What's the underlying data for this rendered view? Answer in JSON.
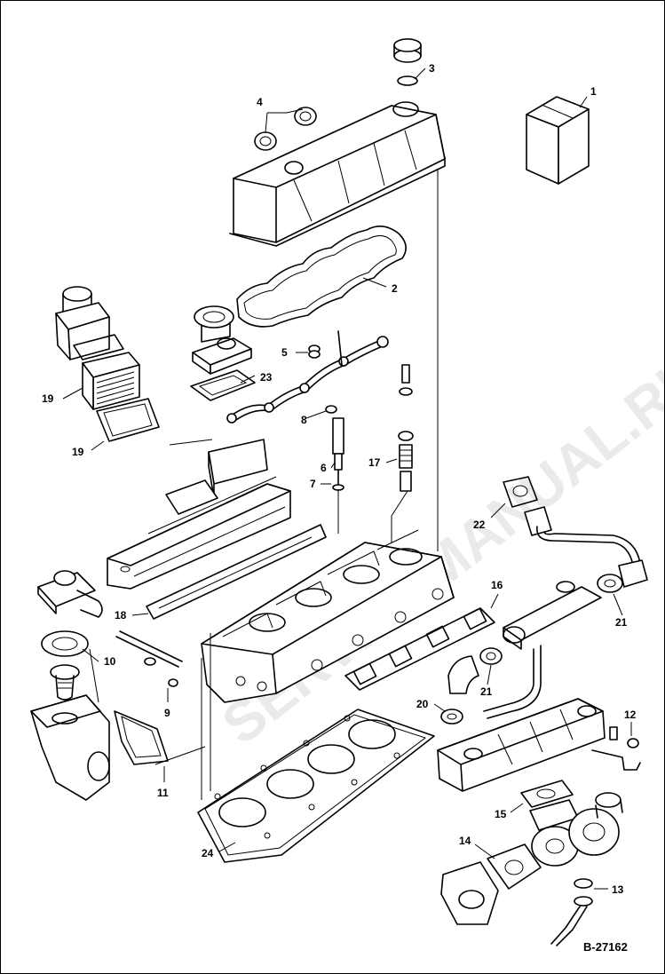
{
  "figure": {
    "reference": "B-27162",
    "watermark": "SERVICEMANUAL.RU"
  },
  "callouts": {
    "c1": "1",
    "c2": "2",
    "c3": "3",
    "c4": "4",
    "c5": "5",
    "c6": "6",
    "c7": "7",
    "c8": "8",
    "c9": "9",
    "c10": "10",
    "c11": "11",
    "c12": "12",
    "c13": "13",
    "c14": "14",
    "c15": "15",
    "c16": "16",
    "c17": "17",
    "c18": "18",
    "c19a": "19",
    "c19b": "19",
    "c20": "20",
    "c21a": "21",
    "c21b": "21",
    "c22": "22",
    "c23": "23",
    "c24": "24"
  }
}
